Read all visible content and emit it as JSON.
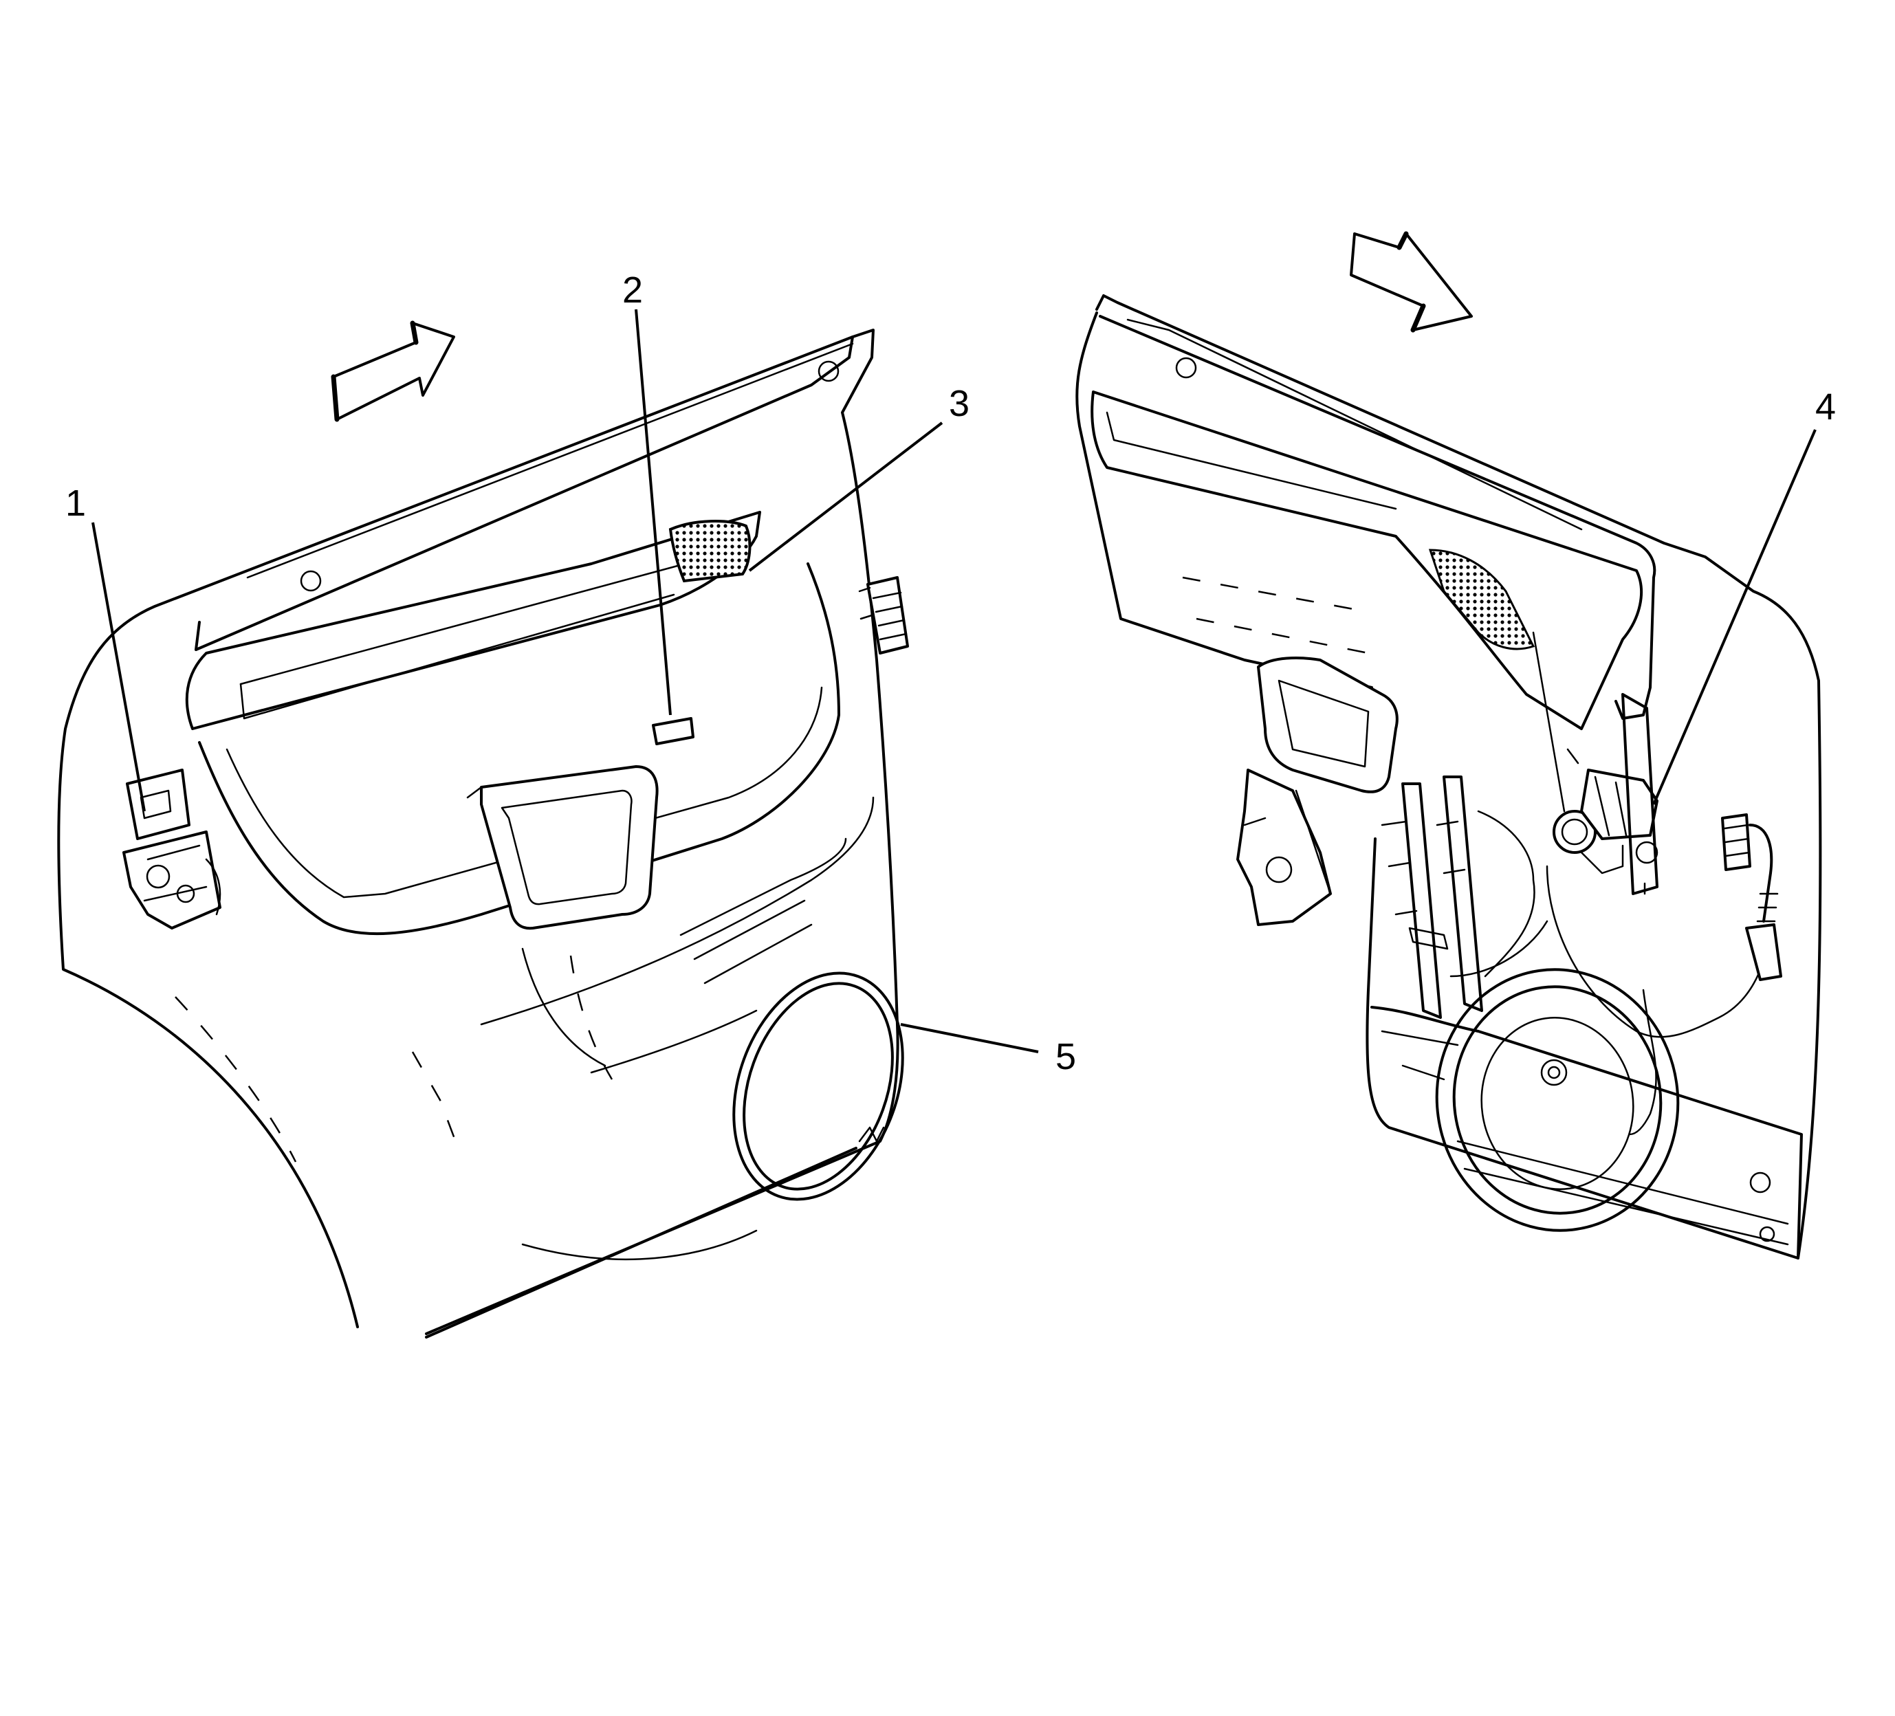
{
  "callouts": [
    {
      "id": "1",
      "label": "1"
    },
    {
      "id": "2",
      "label": "2"
    },
    {
      "id": "3",
      "label": "3"
    },
    {
      "id": "4",
      "label": "4"
    },
    {
      "id": "5",
      "label": "5"
    }
  ],
  "icons": [
    "direction-arrow-icon",
    "direction-arrow-icon"
  ],
  "colors": {
    "line": "#000000",
    "background": "#ffffff"
  }
}
